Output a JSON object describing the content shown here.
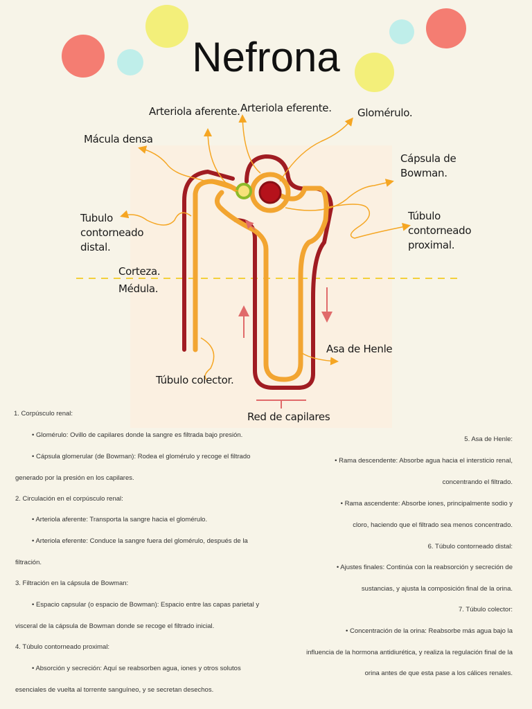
{
  "title": "Nefrona",
  "colors": {
    "background": "#f7f4e8",
    "dot_coral": "#f47d72",
    "dot_yellow": "#f3ef7a",
    "dot_cyan": "#bfeeea",
    "vessel_red": "#a01c22",
    "tubule_orange": "#f2a531",
    "arrow_orange": "#f5a623",
    "glomerulus_green": "#8dbb2a",
    "zone_line": "#f3d03c"
  },
  "labels": {
    "arteriola_aferente": "Arteriola aferente.",
    "arteriola_eferente": "Arteriola eferente.",
    "glomerulo": "Glomérulo.",
    "macula_densa": "Mácula densa",
    "capsula_bowman_1": "Cápsula de",
    "capsula_bowman_2": "Bowman.",
    "tubulo_distal_1": "Tubulo",
    "tubulo_distal_2": "contorneado",
    "tubulo_distal_3": "distal.",
    "tubulo_proximal_1": "Túbulo",
    "tubulo_proximal_2": "contorneado",
    "tubulo_proximal_3": "proximal.",
    "corteza": "Corteza.",
    "medula": "Médula.",
    "asa_henle": "Asa de Henle",
    "tubulo_colector": "Túbulo colector.",
    "red_capilares": "Red de capilares"
  },
  "notes_left": [
    "1.          Corpúsculo renal:",
    "•        Glomérulo: Ovillo de capilares donde la sangre es filtrada bajo presión.",
    "•        Cápsula glomerular (de Bowman): Rodea el glomérulo y recoge el filtrado",
    "generado por la presión en los capilares.",
    "2.    Circulación en el corpúsculo renal:",
    "•        Arteriola aferente: Transporta la sangre hacia el glomérulo.",
    "•        Arteriola eferente: Conduce la sangre fuera del glomérulo, después de la",
    "filtración.",
    "3.    Filtración en la cápsula de Bowman:",
    "•        Espacio capsular (o espacio de Bowman): Espacio entre las capas parietal y",
    "visceral de la cápsula de Bowman donde se recoge el filtrado inicial.",
    "4.   Túbulo contorneado proximal:",
    "•        Absorción y secreción: Aquí se reabsorben agua, iones y otros solutos",
    "esenciales de vuelta al torrente sanguíneo, y se secretan desechos."
  ],
  "notes_right": [
    "5.     Asa de Henle:",
    "•        Rama descendente: Absorbe agua hacia el intersticio renal,",
    "concentrando el filtrado.",
    "•        Rama ascendente: Absorbe iones, principalmente sodio y",
    "cloro, haciendo que el filtrado sea menos concentrado.",
    "6.     Túbulo contorneado distal:",
    "•        Ajustes finales: Continúa con la reabsorción y secreción de",
    "sustancias, y ajusta la composición final de la orina.",
    "7.     Túbulo colector:",
    "•        Concentración de la orina: Reabsorbe más agua bajo la",
    "influencia de la hormona antidiurética, y realiza la regulación final de la",
    "orina antes de que esta pase a los cálices renales."
  ]
}
